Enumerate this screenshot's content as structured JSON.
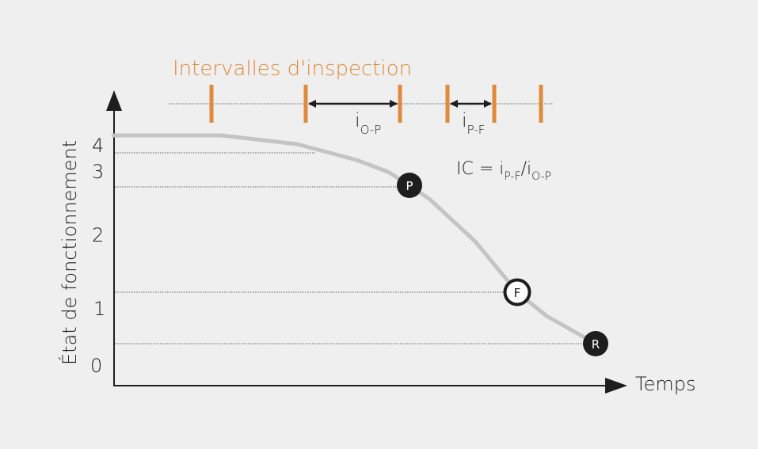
{
  "title": "Intervalles d'inspection",
  "y_axis_label": "État de fonctionnement",
  "x_axis_label": "Temps",
  "y_ticks": [
    "4",
    "3",
    "2",
    "1",
    "0"
  ],
  "interval_op": {
    "main": "i",
    "sub": "O-P"
  },
  "interval_pf": {
    "main": "i",
    "sub": "P-F"
  },
  "formula": {
    "prefix": "IC = i",
    "sub1": "P-F",
    "mid": "/i",
    "sub2": "O-P"
  },
  "points": {
    "p": "P",
    "f": "F",
    "r": "R"
  },
  "colors": {
    "accent": "#e08a3c",
    "curve": "#c4c4c4",
    "ink": "#1e1e1e"
  }
}
